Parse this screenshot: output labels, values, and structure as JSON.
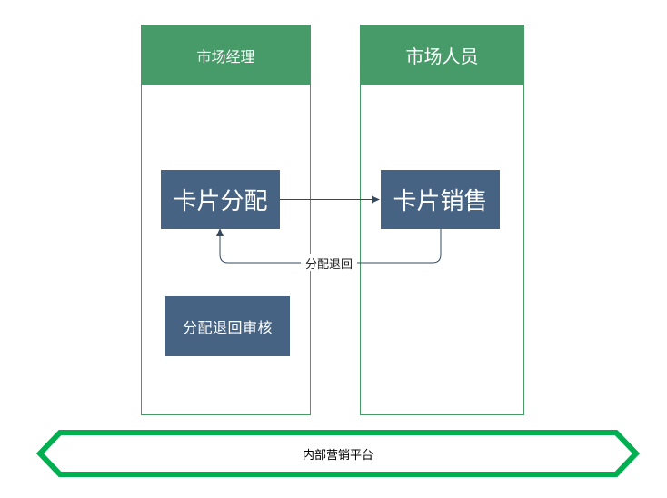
{
  "lanes": {
    "manager": {
      "title": "市场经理"
    },
    "staff": {
      "title": "市场人员"
    }
  },
  "nodes": {
    "allocate": "卡片分配",
    "sales": "卡片销售",
    "review": "分配退回审核"
  },
  "edges": {
    "return_label": "分配退回"
  },
  "platform": {
    "label": "内部营销平台"
  },
  "colors": {
    "lane_header": "#479b68",
    "lane_border": "#4a9a68",
    "node_fill": "#466384",
    "connector": "#34495e",
    "platform_border": "#00b050"
  }
}
